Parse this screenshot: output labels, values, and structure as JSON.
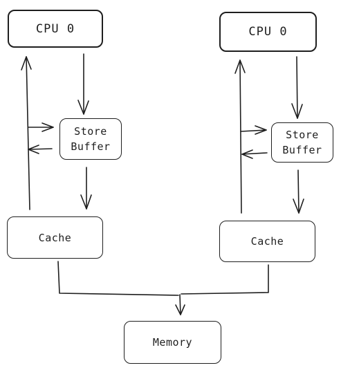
{
  "nodes": {
    "cpu_left": "CPU 0",
    "cpu_right": "CPU 0",
    "store_buffer_left": "Store\nBuffer",
    "store_buffer_right": "Store\nBuffer",
    "cache_left": "Cache",
    "cache_right": "Cache",
    "memory": "Memory"
  },
  "colors": {
    "stroke": "#1e1e1e",
    "background": "#ffffff"
  }
}
